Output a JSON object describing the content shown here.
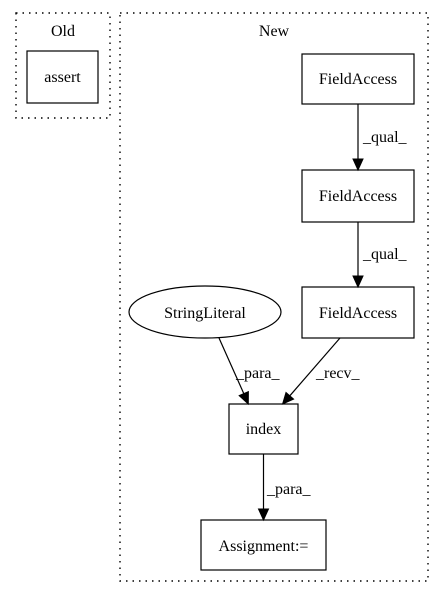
{
  "clusters": {
    "old": {
      "label": "Old"
    },
    "new": {
      "label": "New"
    }
  },
  "nodes": {
    "assert": "assert",
    "field_access_1": "FieldAccess",
    "field_access_2": "FieldAccess",
    "field_access_3": "FieldAccess",
    "string_literal": "StringLiteral",
    "index": "index",
    "assignment": "Assignment:="
  },
  "edges": {
    "fa1_to_fa2": "_qual_",
    "fa2_to_fa3": "_qual_",
    "string_literal_to_index": "_para_",
    "fa3_to_index": "_recv_",
    "index_to_assignment": "_para_"
  }
}
